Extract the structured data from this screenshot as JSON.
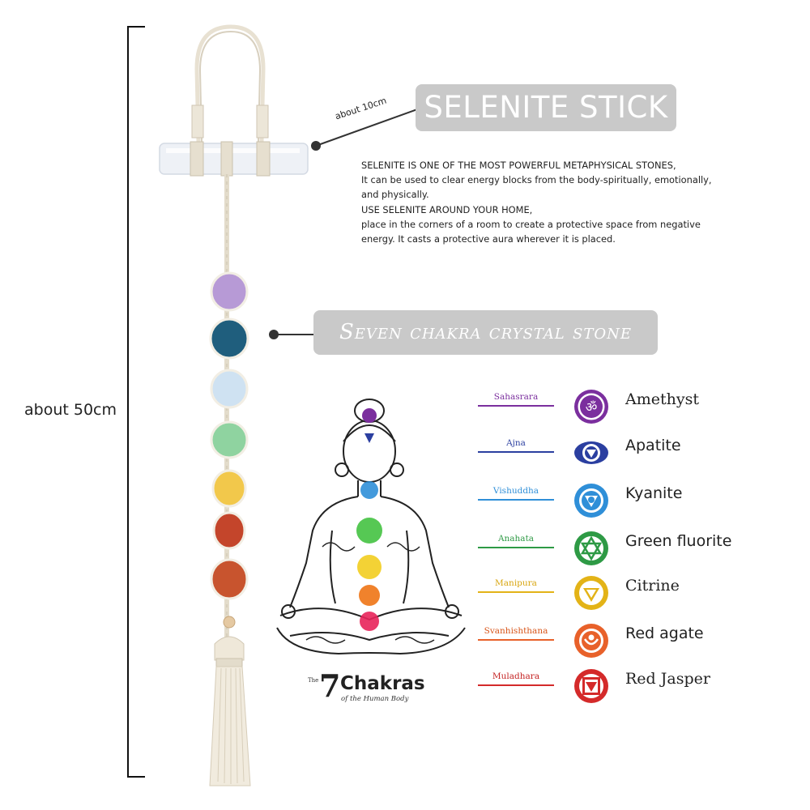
{
  "dimension": {
    "length_label": "about 50cm"
  },
  "selenite": {
    "size_label": "about 10cm",
    "title": "SELENITE STICK",
    "description": [
      "SELENITE IS ONE OF THE MOST POWERFUL METAPHYSICAL STONES,",
      "It can be used to clear energy blocks from the body-spiritually, emotionally,",
      "and physically.",
      "USE SELENITE AROUND YOUR HOME,",
      "place in the corners of a room to create a protective space from negative",
      "energy. It casts a protective aura wherever it is placed."
    ]
  },
  "chakra_callout": {
    "title": "Seven chakra crystal stone"
  },
  "logo": {
    "prefix": "The",
    "number": "7",
    "word": "Chakras",
    "subtitle": "of the Human Body"
  },
  "chakras": [
    {
      "sanskrit": "Sahasrara",
      "stone": "Amethyst",
      "color": "#7b2f9e",
      "symbol": "om-icon"
    },
    {
      "sanskrit": "Ajna",
      "stone": "Apatite",
      "color": "#2b3fa0",
      "symbol": "third-eye-chakra-icon"
    },
    {
      "sanskrit": "Vishuddha",
      "stone": "Kyanite",
      "color": "#2f8fd8",
      "symbol": "throat-chakra-icon"
    },
    {
      "sanskrit": "Anahata",
      "stone": "Green fluorite",
      "color": "#2e9a45",
      "symbol": "heart-chakra-icon"
    },
    {
      "sanskrit": "Manipura",
      "stone": "Citrine",
      "color": "#e3b317",
      "symbol": "solar-plexus-chakra-icon"
    },
    {
      "sanskrit": "Svanhishthana",
      "stone": "Red agate",
      "color": "#e8612a",
      "symbol": "sacral-chakra-icon"
    },
    {
      "sanskrit": "Muladhara",
      "stone": "Red Jasper",
      "color": "#d42a2a",
      "symbol": "root-chakra-icon"
    }
  ]
}
